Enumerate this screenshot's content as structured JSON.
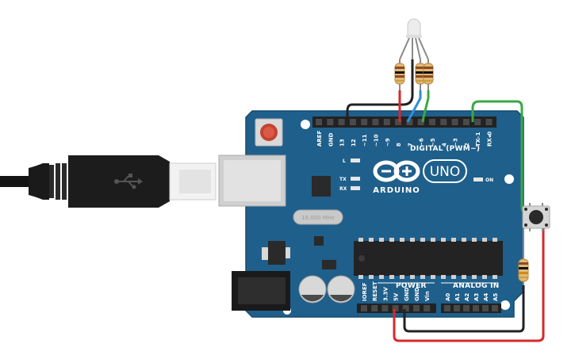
{
  "board": {
    "brand": "ARDUINO",
    "model": "UNO",
    "on_label": "ON",
    "l_label": "L",
    "tx_label": "TX",
    "rx_label": "RX",
    "crystal_label": "16.000 MHz",
    "digital_header_label": "DIGITAL (PWM~)",
    "power_header_label": "POWER",
    "analog_header_label": "ANALOG IN",
    "digital_pins": [
      "AREF",
      "GND",
      "13",
      "12",
      "~11",
      "~10",
      "~9",
      "8",
      "7",
      "~6",
      "~5",
      "4",
      "~3",
      "2",
      "TX▹1",
      "RX◂0"
    ],
    "power_pins": [
      "IOREF",
      "RESET",
      "3.3V",
      "5V",
      "GND",
      "GND",
      "Vin"
    ],
    "analog_pins": [
      "A0",
      "A1",
      "A2",
      "A3",
      "A4",
      "A5"
    ]
  },
  "colors": {
    "board": "#1f5f8b",
    "wire_black": "#222222",
    "wire_red": "#d62a2a",
    "wire_blue": "#2b8fd6",
    "wire_green": "#3aa845"
  },
  "icons": {
    "usb": "usb-icon"
  }
}
